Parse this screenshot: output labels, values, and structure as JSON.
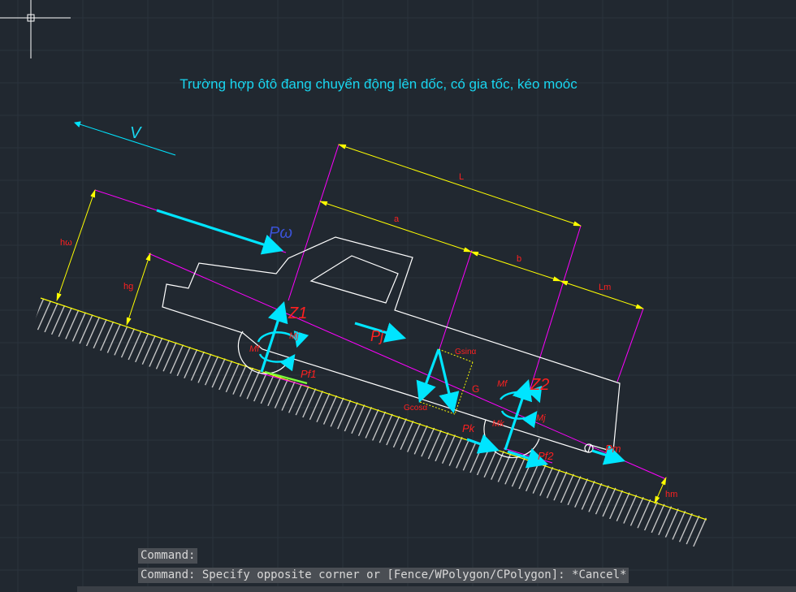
{
  "drawing": {
    "title": "Trường hợp ôtô đang chuyển động lên dốc, có gia tốc, kéo moóc",
    "labels": {
      "V": "V",
      "L": "L",
      "a": "a",
      "b": "b",
      "Lm": "Lm",
      "hw": "hω",
      "hg": "hg",
      "hm": "hm",
      "Pw": "Pω",
      "Pj": "Pj",
      "Z1": "Z1",
      "Z2": "Z2",
      "M1": "Mj",
      "Mf1": "Mf",
      "Mf2": "Mf",
      "M2": "Mj",
      "Mk": "Mk",
      "Pf1": "Pf1",
      "Pk": "Pk",
      "Pf2": "Pf2",
      "Pm": "Pm",
      "G": "G",
      "Gsin": "Gsinα",
      "Gcos": "Gcosα"
    },
    "colors": {
      "background": "#212830",
      "title": "#19d6f0",
      "dimension": "#ffff00",
      "extension": "#ff00ff",
      "force": "#00e5ff",
      "label": "#ff2020",
      "outline": "#ffffff",
      "ground": "#d0d0d0"
    }
  },
  "command": {
    "line1": "Command:",
    "line2": "Command: Specify opposite corner or [Fence/WPolygon/CPolygon]: *Cancel*"
  }
}
